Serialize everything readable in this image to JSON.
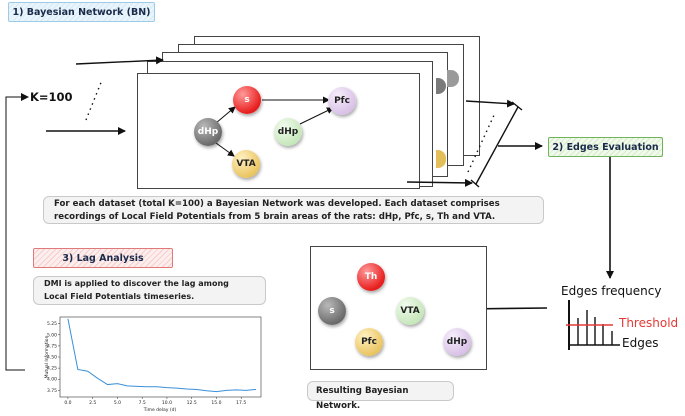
{
  "sections": {
    "bn_title": "1) Bayesian Network (BN)",
    "edges_title": "2) Edges Evaluation",
    "lag_title": "3) Lag Analysis"
  },
  "k_label": "K=100",
  "bn_caption": "For each dataset (total K=100) a Bayesian Network was developed. Each dataset comprises recordings of Local Field Potentials from 5 brain areas of the rats: dHp, Pfc, s, Th and VTA.",
  "bn_nodes": {
    "s": "s",
    "pfc": "Pfc",
    "dhp_gray": "dHp",
    "dhp_green": "dHp",
    "vta": "VTA"
  },
  "edges": {
    "frequency_label": "Edges frequency",
    "threshold_label": "Threshold",
    "edges_label": "Edges",
    "threshold_color": "#e53935"
  },
  "result_nodes": {
    "th": "Th",
    "s": "s",
    "vta": "VTA",
    "pfc": "Pfc",
    "dhp": "dHp"
  },
  "result_caption": "Resulting Bayesian Network.",
  "lag_caption": "DMI is applied to discover the lag among Local Field Potentials timeseries.",
  "chart_data": {
    "type": "line",
    "xlabel": "Time delay (d)",
    "ylabel": "Mutual Information",
    "xlim": [
      -0.8,
      19.5
    ],
    "ylim": [
      3.6,
      5.4
    ],
    "xticks": [
      "0.0",
      "2.5",
      "5.0",
      "7.5",
      "10.0",
      "12.5",
      "15.0",
      "17.5"
    ],
    "yticks": [
      "3.75",
      "4.00",
      "4.25",
      "4.50",
      "4.75",
      "5.00",
      "5.25"
    ],
    "x": [
      0,
      1,
      2,
      3,
      4,
      5,
      6,
      7,
      8,
      9,
      10,
      11,
      12,
      13,
      14,
      15,
      16,
      17,
      18,
      19
    ],
    "values": [
      5.36,
      4.22,
      4.18,
      4.02,
      3.88,
      3.9,
      3.85,
      3.84,
      3.83,
      3.83,
      3.81,
      3.8,
      3.78,
      3.77,
      3.74,
      3.72,
      3.75,
      3.76,
      3.75,
      3.77
    ],
    "line_color": "#3b8fd6"
  }
}
